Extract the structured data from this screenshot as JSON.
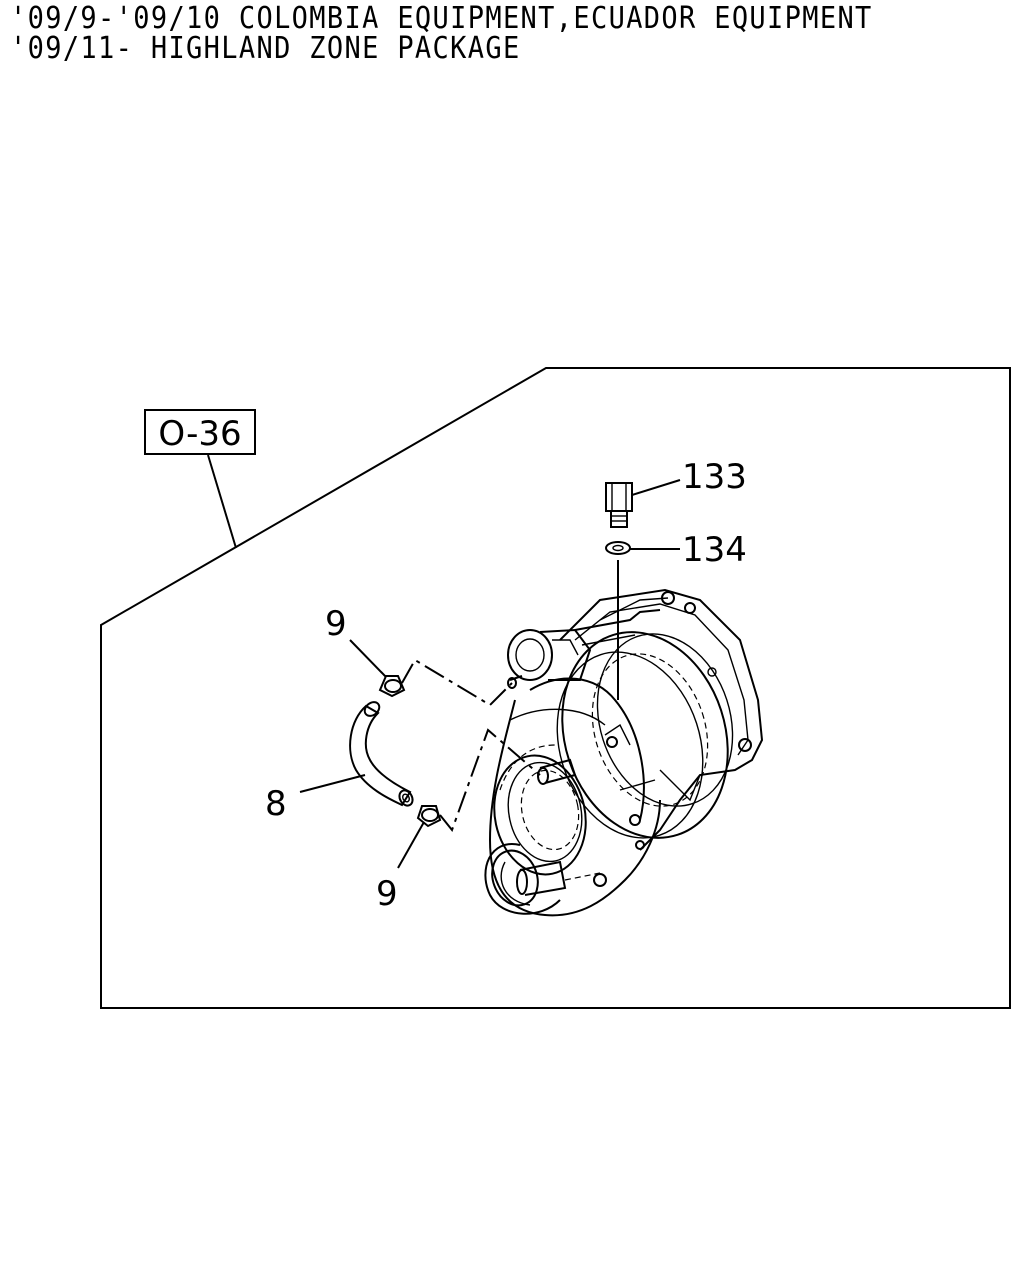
{
  "header": {
    "line1": "'09/9-'09/10 COLOMBIA EQUIPMENT,ECUADOR EQUIPMENT",
    "line2": "'09/11- HIGHLAND ZONE PACKAGE"
  },
  "diagram": {
    "reference": "O-36",
    "callouts": {
      "part_133": "133",
      "part_134": "134",
      "part_9_upper": "9",
      "part_8": "8",
      "part_9_lower": "9"
    }
  }
}
